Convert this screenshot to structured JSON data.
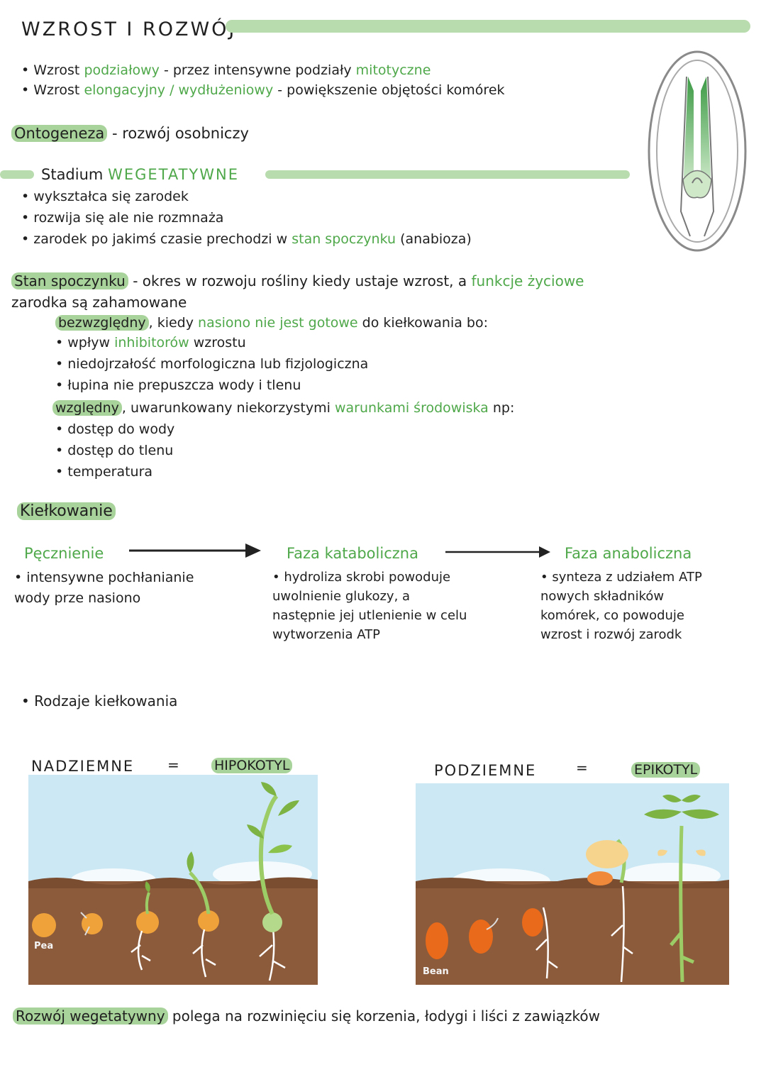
{
  "title": "WZROST I ROZWÓJ",
  "growth": [
    {
      "prefix": "Wzrost",
      "type": "podziałowy",
      "desc": "- przez intensywne podziały",
      "extra": "mitotyczne"
    },
    {
      "prefix": "Wzrost",
      "type": "elongacyjny / wydłużeniowy",
      "desc": "- powiększenie objętości komórek",
      "extra": ""
    }
  ],
  "ontogeneza": {
    "term": "Ontogeneza",
    "def": "- rozwój osobniczy"
  },
  "stadium": {
    "label": "Stadium",
    "name": "WEGETATYWNE",
    "items": [
      "wykształca się zarodek",
      "rozwija się ale nie rozmnaża"
    ],
    "item3_pre": "zarodek po jakimś czasie prechodzi w",
    "item3_green": "stan spoczynku",
    "item3_post": "(anabioza)"
  },
  "spoczynek": {
    "term": "Stan spoczynku",
    "def1_pre": "- okres w rozwoju rośliny kiedy ustaje wzrost, a",
    "def1_green": "funkcje życiowe",
    "def2": "zarodka są zahamowane",
    "bezwzgledny": {
      "term": "bezwzględny",
      "pre": ", kiedy",
      "green": "nasiono nie jest gotowe",
      "post": "do kiełkowania bo:",
      "items": [
        {
          "pre": "wpływ",
          "green": "inhibitorów",
          "post": "wzrostu"
        },
        {
          "pre": "niedojrzałość morfologiczna lub fizjologiczna",
          "green": "",
          "post": ""
        },
        {
          "pre": "łupina nie prepuszcza wody i tlenu",
          "green": "",
          "post": ""
        }
      ]
    },
    "wzgledny": {
      "term": "względny",
      "pre": ", uwarunkowany niekorzystymi",
      "green": "warunkami środowiska",
      "post": "np:",
      "items": [
        "dostęp do wody",
        "dostęp do tlenu",
        "temperatura"
      ]
    }
  },
  "kielkowanie": {
    "title": "Kiełkowanie",
    "phases": [
      {
        "name": "Pęcznienie",
        "desc": [
          "• intensywne pochłanianie",
          "wody prze nasiono"
        ]
      },
      {
        "name": "Faza kataboliczna",
        "desc": [
          "• hydroliza skrobi powoduje",
          "uwolnienie glukozy, a",
          "następnie jej utlenienie w celu",
          "wytworzenia ATP"
        ]
      },
      {
        "name": "Faza anaboliczna",
        "desc": [
          "• synteza z udziałem ATP",
          "nowych składników",
          "komórek, co powoduje",
          "wzrost i rozwój zarodk"
        ]
      }
    ],
    "types_label": "Rodzaje kiełkowania",
    "types": [
      {
        "name": "NADZIEMNE",
        "eq": "=",
        "value": "HIPOKOTYL",
        "seed_label": "Pea"
      },
      {
        "name": "PODZIEMNE",
        "eq": "=",
        "value": "EPIKOTYL",
        "seed_label": "Bean"
      }
    ]
  },
  "footer": {
    "term": "Rozwój wegetatywny",
    "text": "polega na rozwinięciu się korzenia, łodygi i liści z zawiązków"
  },
  "colors": {
    "accent": "#4fa84a",
    "highlight": "#a8d39a",
    "sky": "#c9e6f3",
    "soil": "#8a5a3b"
  }
}
